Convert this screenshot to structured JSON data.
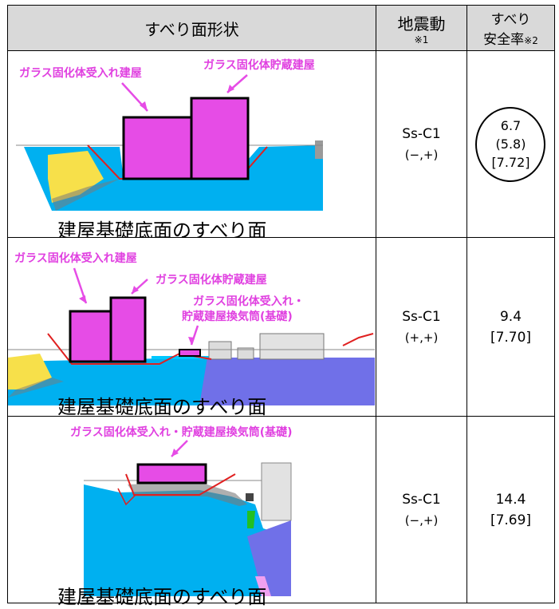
{
  "header": {
    "shape": "すべり面形状",
    "ground_motion": "地震動",
    "note1": "※1",
    "sf_line1": "すべり",
    "sf_line2": "安全率",
    "note2": "※2"
  },
  "rows": [
    {
      "labels": [
        "ガラス固化体受入れ建屋",
        "ガラス固化体貯蔵建屋"
      ],
      "caption": "建屋基礎底面のすべり面",
      "motion": "Ss-C1",
      "sign": "(−,+)",
      "sf": [
        "6.7",
        "(5.8)",
        "[7.72]"
      ]
    },
    {
      "labels": [
        "ガラス固化体受入れ建屋",
        "ガラス固化体貯蔵建屋",
        "ガラス固化体受入れ・",
        "貯蔵建屋換気筒(基礎)"
      ],
      "caption": "建屋基礎底面のすべり面",
      "motion": "Ss-C1",
      "sign": "(+,+)",
      "sf": [
        "9.4",
        "[7.70]"
      ]
    },
    {
      "labels": [
        "ガラス固化体受入れ・貯蔵建屋換気筒(基礎)"
      ],
      "caption": "建屋基礎底面のすべり面",
      "motion": "Ss-C1",
      "sign": "(−,+)",
      "sf": [
        "14.4",
        "[7.69]"
      ]
    }
  ],
  "colors": {
    "building": "#e64ce6",
    "soil_blue": "#00b0f0",
    "rock_purple": "#7070e8",
    "yellow": "#f7e04a",
    "slip_line": "#e02020",
    "header_bg": "#d9d9d9"
  }
}
